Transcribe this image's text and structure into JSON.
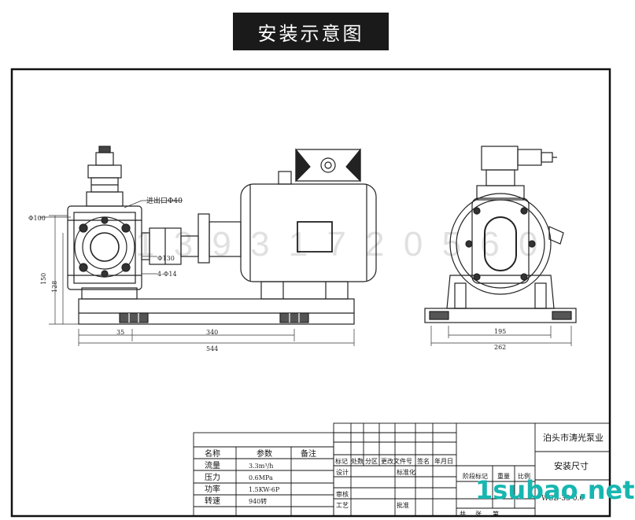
{
  "banner_title": "安装示意图",
  "watermark_numbers": "1 3 9 3 1 7 2 0 5 6 0",
  "dims": {
    "outlet": "进出口Φ40",
    "phi100": "Φ100",
    "phi130": "Φ130",
    "holes": "4-Φ14",
    "h150": "150",
    "h128": "128",
    "d35": "35",
    "d340": "340",
    "d544": "544",
    "d195": "195",
    "d262": "262"
  },
  "params": {
    "header": {
      "name": "名称",
      "value": "参数",
      "note": "备注"
    },
    "rows": [
      {
        "name": "流量",
        "value": "3.3m³/h"
      },
      {
        "name": "压力",
        "value": "0.6MPa"
      },
      {
        "name": "功率",
        "value": "1.5KW-6P"
      },
      {
        "name": "转速",
        "value": "940转"
      }
    ]
  },
  "title_block": {
    "company": "泊头市涛光泵业",
    "drawing_name": "安装尺寸",
    "rev_headers": [
      "标记",
      "处数",
      "分区",
      "更改文件号",
      "签名",
      "年月日"
    ],
    "design": "设计",
    "standardize": "标准化",
    "review": "审核",
    "process": "工艺",
    "approve": "批准",
    "stage_mark": "阶段标记",
    "weight": "重量",
    "scale": "比例",
    "sheets_total": "共",
    "sheet": "张",
    "sheet_no": "第",
    "code": "WSB-33-0.6"
  },
  "site_watermark": "1subao.net"
}
